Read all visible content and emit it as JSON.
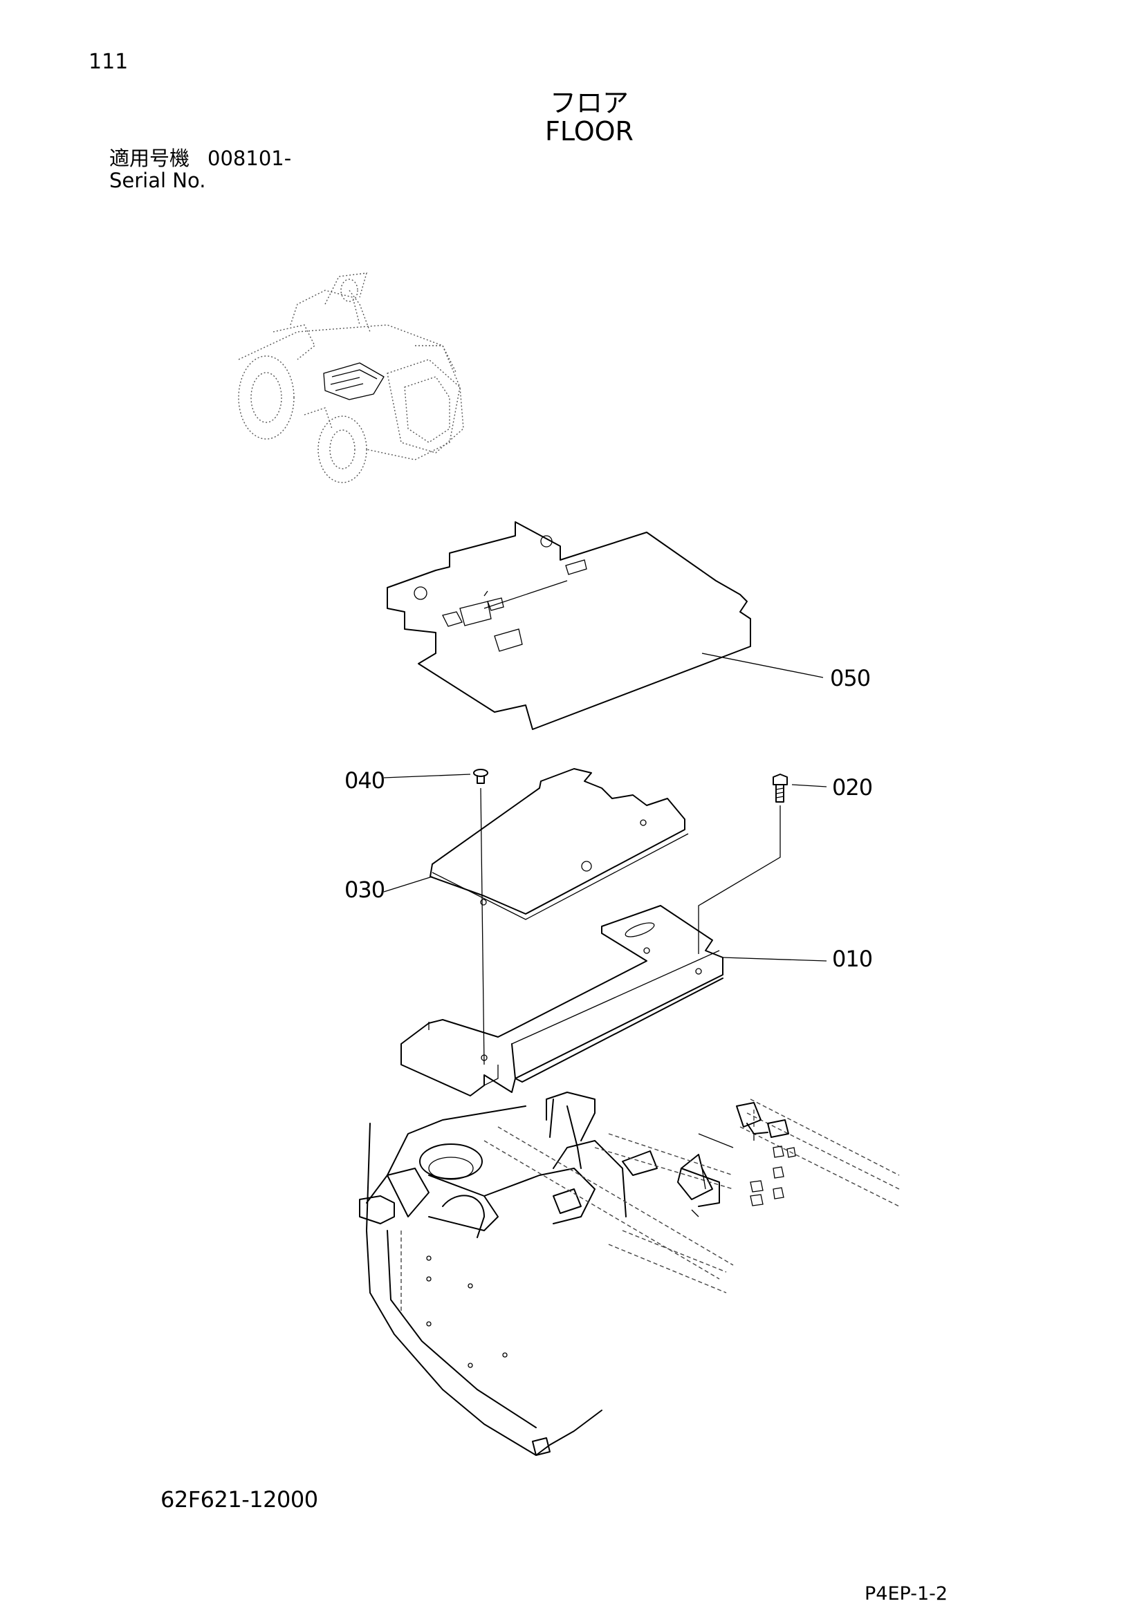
{
  "header": {
    "page_number": "111",
    "title_jp": "フロア",
    "title_en": "FLOOR",
    "serial_label_jp": "適用号機",
    "serial_value": "008101-",
    "serial_label_en": "Serial No."
  },
  "callouts": {
    "p050": "050",
    "p040": "040",
    "p020": "020",
    "p030": "030",
    "p010": "010"
  },
  "footer": {
    "drawing_number": "62F621-12000",
    "page_code": "P4EP-1-2"
  }
}
